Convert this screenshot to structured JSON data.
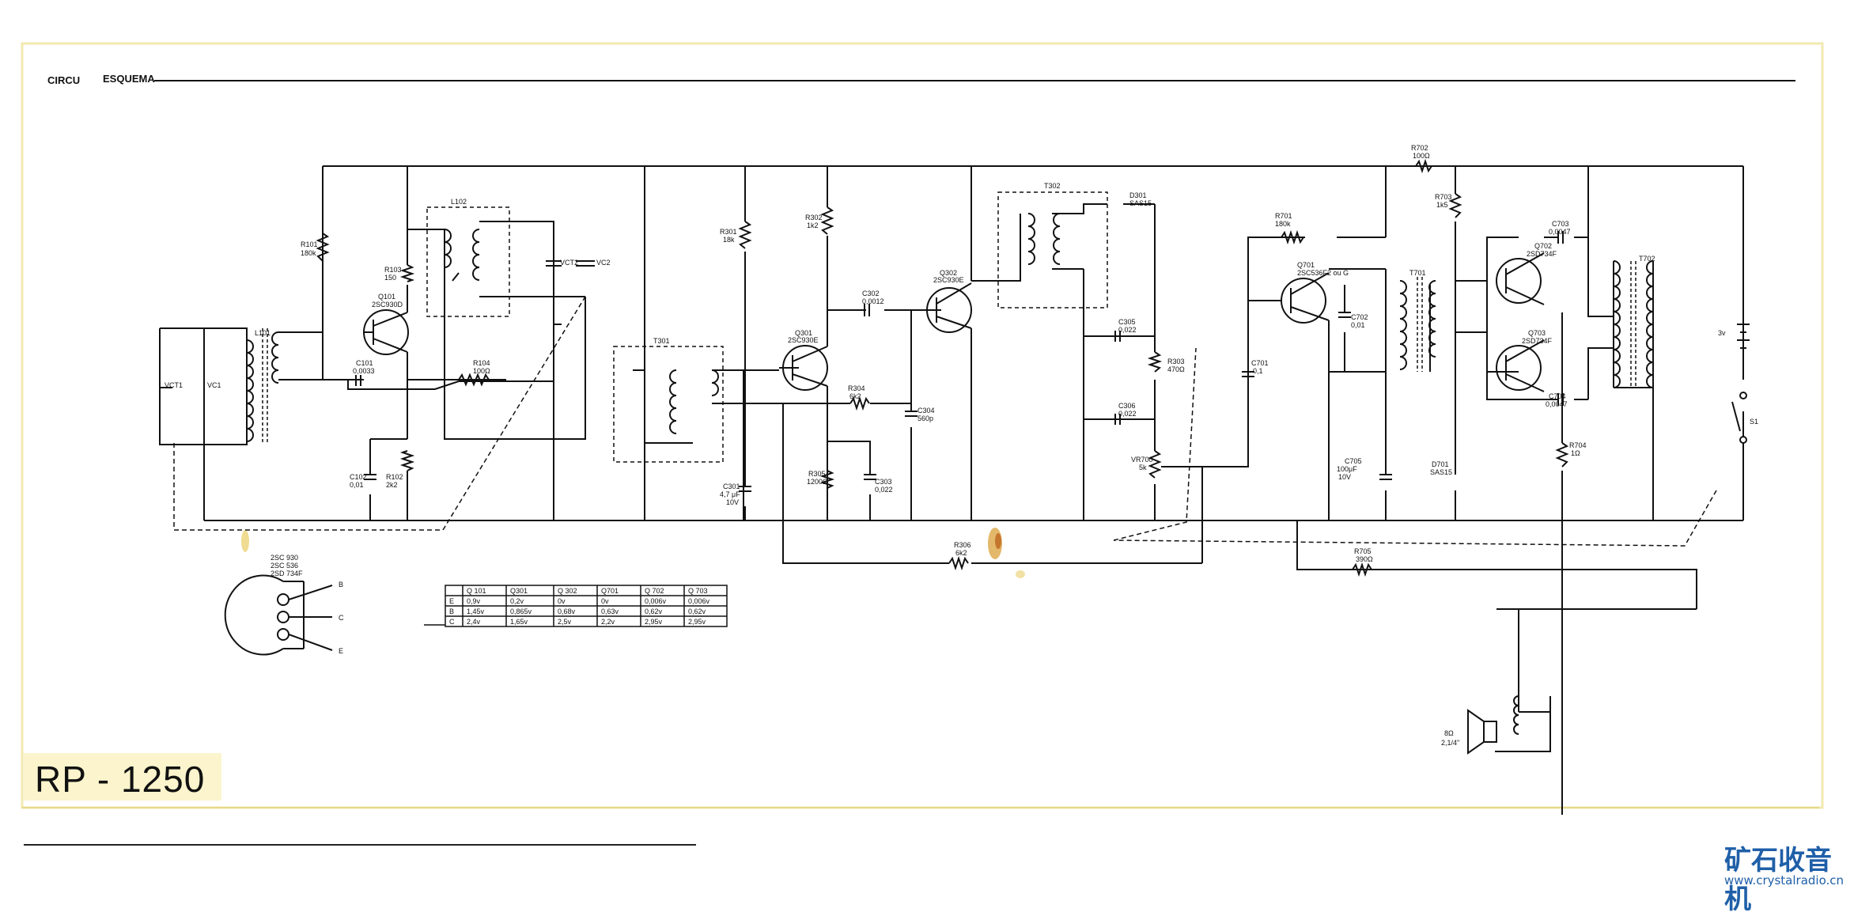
{
  "header": {
    "left_label": "CIRCU",
    "title": "ESQUEMA"
  },
  "model": "RP - 1250",
  "watermark": {
    "cn": "矿石收音机",
    "url": "www.crystalradio.cn"
  },
  "transistor_pinout": {
    "parts": [
      "2SC 930",
      "2SC 536",
      "2SD 734F"
    ],
    "pins": [
      "B",
      "C",
      "E"
    ]
  },
  "voltage_table": {
    "headers": [
      "",
      "Q 101",
      "Q301",
      "Q 302",
      "Q701",
      "Q 702",
      "Q 703"
    ],
    "rows": [
      [
        "E",
        "0,9v",
        "0,2v",
        "0v",
        "0v",
        "0,006v",
        "0,006v"
      ],
      [
        "B",
        "1,45v",
        "0,865v",
        "0,68v",
        "0,63v",
        "0,62v",
        "0,62v"
      ],
      [
        "C",
        "2,4v",
        "1,65v",
        "2,5v",
        "2,2v",
        "2,95v",
        "2,95v"
      ]
    ]
  },
  "labels": {
    "vct1": "VCT1",
    "vc1": "VC1",
    "l101": "L101",
    "r101": "R101",
    "r101_v": "180k",
    "r103": "R103",
    "r103_v": "150",
    "q101": "Q101",
    "q101_p": "2SC930D",
    "l102": "L102",
    "vct2": "VCT2",
    "vc2": "VC2",
    "c101": "C101",
    "c101_v": "0,0033",
    "r104": "R104",
    "r104_v": "100Ω",
    "c102": "C102",
    "c102_v": "0,01",
    "r102": "R102",
    "r102_v": "2k2",
    "t301": "T301",
    "r301": "R301",
    "r301_v": "18k",
    "r302": "R302",
    "r302_v": "1k2",
    "c302": "C302",
    "c302_v": "0,0012",
    "q301": "Q301",
    "q301_p": "2SC930E",
    "q302": "Q302",
    "q302_p": "2SC930E",
    "r304": "R304",
    "r304_v": "6k2",
    "c304": "C304",
    "c304_v": "560p",
    "r305": "R305",
    "r305_v": "1200Ω",
    "c303": "C303",
    "c303_v": "0,022",
    "c301": "C301",
    "c301_v": "4,7 μF",
    "c301_v2": "10V",
    "t302": "T302",
    "d301": "D301",
    "d301_v": "SAS15",
    "c305": "C305",
    "c305_v": "0,022",
    "r303": "R303",
    "r303_v": "470Ω",
    "c306": "C306",
    "c306_v": "0,022",
    "vr700": "VR700",
    "vr700_v": "5k",
    "r306": "R306",
    "r306_v": "6k2",
    "r701": "R701",
    "r701_v": "180k",
    "q701": "Q701",
    "q701_p": "2SC536F2 ou G",
    "c702": "C702",
    "c702_v": "0,01",
    "t701": "T701",
    "c701": "C701",
    "c701_v": "0,1",
    "c705": "C705",
    "c705_v": "100μF",
    "c705_v2": "10V",
    "d701": "D701",
    "d701_v": "SAS15",
    "r702": "R702",
    "r702_v": "100Ω",
    "r703": "R703",
    "r703_v": "1k5",
    "c703": "C703",
    "c703_v": "0,0047",
    "q702": "Q702",
    "q702_p": "2SD734F",
    "q703": "Q703",
    "q703_p": "2SD734F",
    "c704": "C704",
    "c704_v": "0,0047",
    "r704": "R704",
    "r704_v": "1Ω",
    "t702": "T702",
    "r705": "R705",
    "r705_v": "390Ω",
    "batt": "3v",
    "s1": "S1",
    "spk": "8Ω",
    "spk_v": "2,1/4\""
  }
}
